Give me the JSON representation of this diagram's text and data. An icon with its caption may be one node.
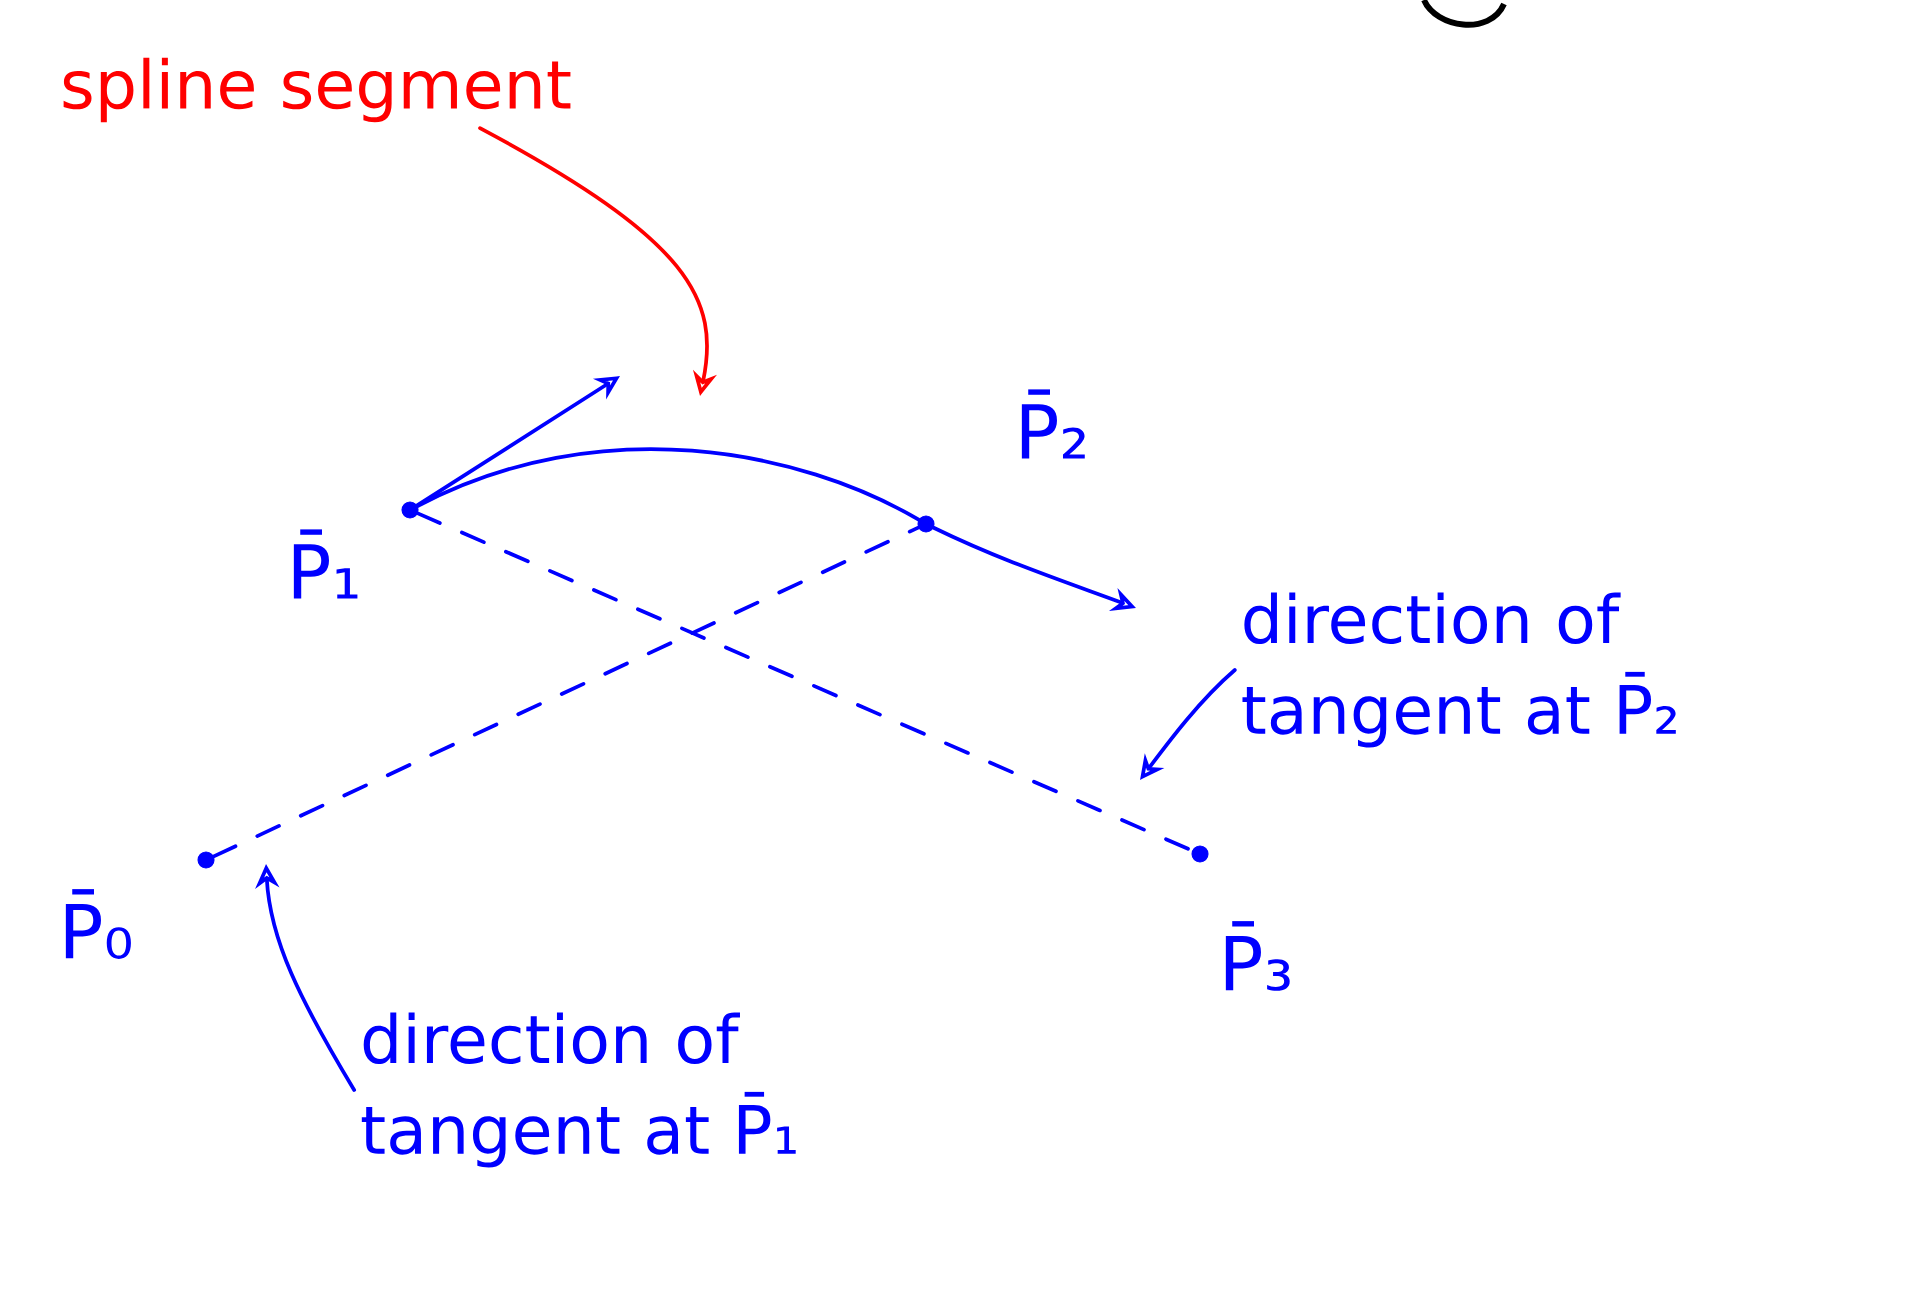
{
  "diagram": {
    "nodes": [
      {
        "text": [],
        "shape": "circle",
        "beside": [
          "P̄₀"
        ]
      },
      {
        "text": [],
        "shape": "circle",
        "beside": [
          "P̄₁"
        ]
      },
      {
        "text": [],
        "shape": "circle",
        "beside": [
          "P̄₂"
        ]
      },
      {
        "text": [],
        "shape": "circle",
        "beside": [
          "P̄₃"
        ]
      },
      {
        "text": [
          "spline segment"
        ]
      },
      {
        "text": [
          "direction of tangent at P̄₂"
        ]
      },
      {
        "text": [
          "direction of tangent at P̄₁"
        ]
      }
    ],
    "edges": [
      {
        "from": 1,
        "to": 2,
        "arrow": "none"
      },
      {
        "from": 2,
        "to": null,
        "arrow": "to"
      },
      {
        "from": 1,
        "to": null,
        "arrow": "to"
      },
      {
        "from": 0,
        "to": 2,
        "arrow": "none",
        "style": "dashed"
      },
      {
        "from": 1,
        "to": 3,
        "arrow": "none",
        "style": "dashed"
      },
      {
        "from": 4,
        "to": null,
        "arrow": "to",
        "color": "#ff0000"
      },
      {
        "from": 5,
        "to": null,
        "arrow": "to"
      },
      {
        "from": 6,
        "to": null,
        "arrow": "to"
      }
    ]
  }
}
